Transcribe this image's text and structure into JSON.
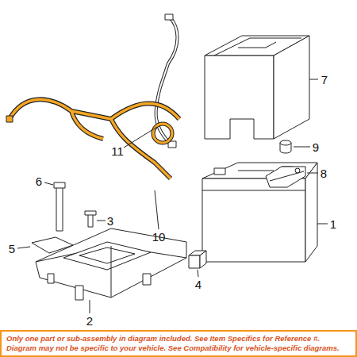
{
  "diagram": {
    "nodes": [
      {
        "text": [
          "Only one part or sub-assembly in diagram included. See Item Specifics for Reference #. Diagram may not be specific to your vehicle. See Compatibility for vehicle-specific diagrams."
        ]
      }
    ],
    "labels": [
      "11",
      "7",
      "9",
      "6",
      "8",
      "3",
      "10",
      "5",
      "1",
      "2",
      "4"
    ]
  }
}
